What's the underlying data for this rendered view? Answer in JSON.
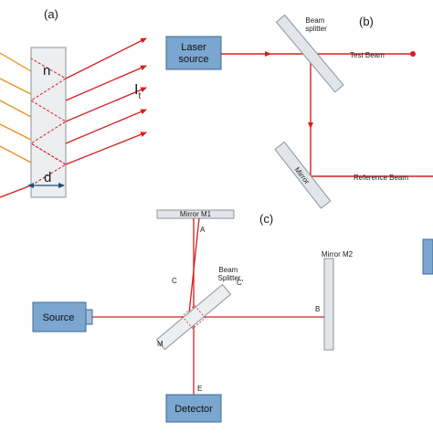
{
  "panels": {
    "a": {
      "tag": "(a)",
      "refractive_index": "n",
      "thickness": "d",
      "transmitted_intensity": "I",
      "transmitted_subscript": "t"
    },
    "b": {
      "tag": "(b)",
      "laser_source": "Laser\nsource",
      "beam_splitter": "Beam\nsplitter",
      "test_beam": "Test Beam",
      "reference_beam": "Reference Beam",
      "mirror": "Mirror"
    },
    "c": {
      "tag": "(c)",
      "mirror_m1": "Mirror M1",
      "mirror_m2": "Mirror M2",
      "beam_splitter": "Beam\nSplitter",
      "source": "Source",
      "detector": "Detector",
      "point_a": "A",
      "point_b": "B",
      "point_c": "C",
      "point_c_prime": "C'",
      "point_m": "M",
      "point_e": "E"
    }
  },
  "colors": {
    "beam_red": "#d42020",
    "ray_orange": "#e8901e",
    "box_fill": "#7aa6cf",
    "box_stroke": "#3d6b96",
    "mirror_fill": "#e2e6ea",
    "mirror_stroke": "#8a949c",
    "plate_fill": "#eceef0"
  }
}
